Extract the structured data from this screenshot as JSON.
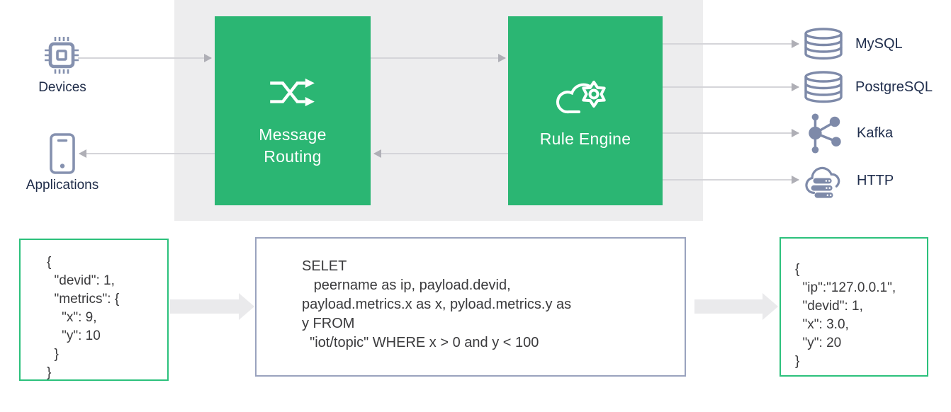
{
  "nodes": {
    "devices": {
      "label": "Devices",
      "icon": "chip-icon"
    },
    "applications": {
      "label": "Applications",
      "icon": "smartphone-icon"
    },
    "message_routing": {
      "label": "Message\nRouting",
      "icon": "shuffle-arrows-icon"
    },
    "rule_engine": {
      "label": "Rule Engine",
      "icon": "cloud-gear-icon"
    }
  },
  "sinks": [
    {
      "label": "MySQL",
      "icon": "database-icon"
    },
    {
      "label": "PostgreSQL",
      "icon": "database-icon"
    },
    {
      "label": "Kafka",
      "icon": "network-hub-icon"
    },
    {
      "label": "HTTP",
      "icon": "cloud-server-icon"
    }
  ],
  "code": {
    "input_json": "{\n  \"devid\": 1,\n  \"metrics\": {\n    \"x\": 9,\n    \"y\": 10\n  }\n}",
    "sql": "SELET\n   peername as ip, payload.devid,\npayload.metrics.x as x, pyload.metrics.y as\ny FROM\n  \"iot/topic\" WHERE x > 0 and y < 100",
    "output_json": "{\n  \"ip\":\"127.0.0.1\",\n  \"devid\": 1,\n  \"x\": 3.0,\n  \"y\": 20\n}"
  },
  "colors": {
    "pipeline_green": "#2BB673",
    "json_box_border_green": "#2CC17C",
    "sql_box_border_blue": "#9AA3BE",
    "icon_slate": "#7E8AA9",
    "label_navy": "#1F2C49",
    "band_gray": "#EDEDEE"
  }
}
